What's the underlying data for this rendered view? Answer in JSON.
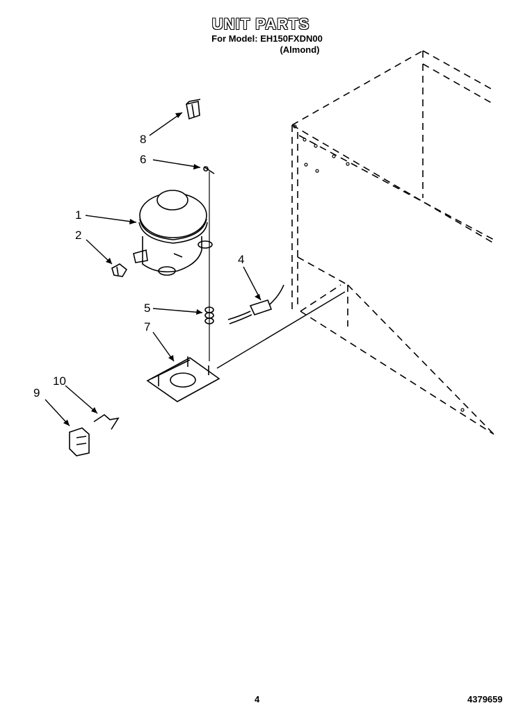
{
  "header": {
    "title": "UNIT PARTS",
    "model_line": "For Model: EH150FXDN00",
    "color_line": "(Almond)"
  },
  "callouts": [
    "1",
    "2",
    "4",
    "5",
    "6",
    "7",
    "8",
    "9",
    "10"
  ],
  "footer": {
    "page_number": "4",
    "document_code": "4379659"
  }
}
